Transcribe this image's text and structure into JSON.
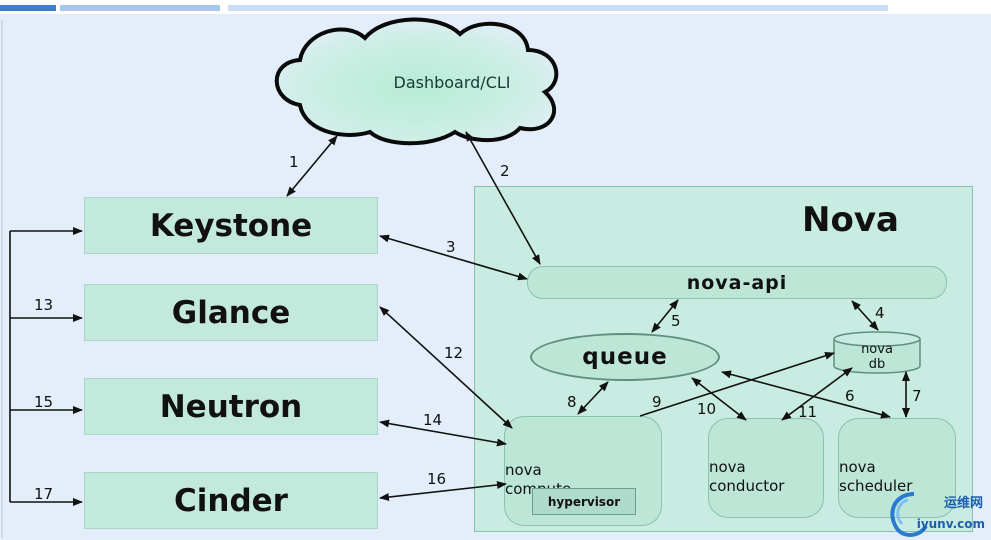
{
  "cloud": {
    "label": "Dashboard/CLI"
  },
  "services": {
    "keystone": "Keystone",
    "glance": "Glance",
    "neutron": "Neutron",
    "cinder": "Cinder"
  },
  "nova": {
    "title": "Nova",
    "api": "nova-api",
    "queue": "queue",
    "db": {
      "line1": "nova",
      "line2": "db"
    },
    "compute": {
      "line1": "nova",
      "line2": "compute",
      "hypervisor": "hypervisor"
    },
    "conductor": {
      "line1": "nova",
      "line2": "conductor"
    },
    "scheduler": {
      "line1": "nova",
      "line2": "scheduler"
    }
  },
  "arrows": [
    "1",
    "2",
    "3",
    "4",
    "5",
    "6",
    "7",
    "8",
    "9",
    "10",
    "11",
    "12",
    "13",
    "14",
    "15",
    "16",
    "17"
  ],
  "watermark": {
    "top": "运维网",
    "bottom": "iyunv.com"
  },
  "colors": {
    "background": "#e3eefa",
    "component": "#c3e8dc",
    "nova_area": "#c9ece2",
    "border": "#8cc1ad"
  }
}
